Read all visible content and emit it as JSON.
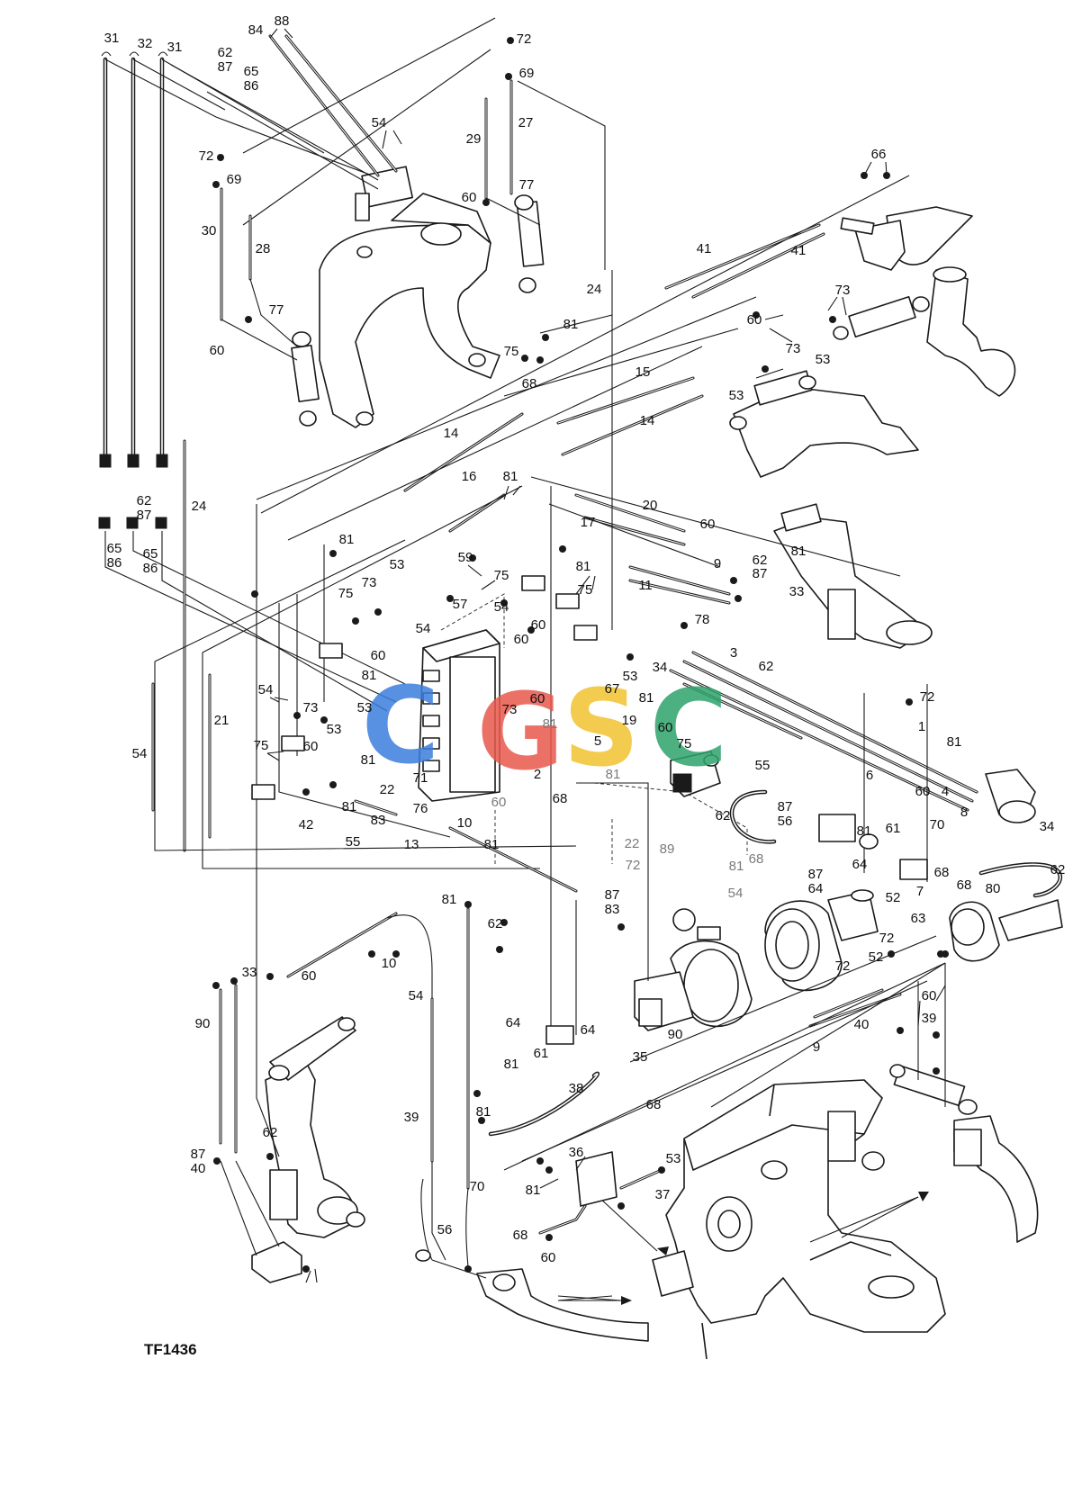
{
  "drawing_code": "TF1436",
  "watermark": {
    "letters": [
      {
        "char": "C",
        "color": "#3b7ddd"
      },
      {
        "char": "G",
        "color": "#e8584c"
      },
      {
        "char": "S",
        "color": "#f2c230"
      },
      {
        "char": "C",
        "color": "#2fa36b"
      }
    ]
  },
  "callouts": [
    {
      "id": "c1",
      "text": "31"
    },
    {
      "id": "c2",
      "text": "32"
    },
    {
      "id": "c3",
      "text": "31"
    },
    {
      "id": "c4",
      "text": "62"
    },
    {
      "id": "c5",
      "text": "87"
    },
    {
      "id": "c6",
      "text": "65"
    },
    {
      "id": "c7",
      "text": "86"
    },
    {
      "id": "c8",
      "text": "84"
    },
    {
      "id": "c9",
      "text": "88"
    },
    {
      "id": "c10",
      "text": "72"
    },
    {
      "id": "c11",
      "text": "69"
    },
    {
      "id": "c12",
      "text": "27"
    },
    {
      "id": "c13",
      "text": "29"
    },
    {
      "id": "c14",
      "text": "54"
    },
    {
      "id": "c15",
      "text": "72"
    },
    {
      "id": "c16",
      "text": "69"
    },
    {
      "id": "c17",
      "text": "77"
    },
    {
      "id": "c18",
      "text": "60"
    },
    {
      "id": "c19",
      "text": "30"
    },
    {
      "id": "c20",
      "text": "28"
    },
    {
      "id": "c21",
      "text": "77"
    },
    {
      "id": "c22",
      "text": "60"
    },
    {
      "id": "c23",
      "text": "66"
    },
    {
      "id": "c24",
      "text": "41"
    },
    {
      "id": "c25",
      "text": "41"
    },
    {
      "id": "c26",
      "text": "24"
    },
    {
      "id": "c27",
      "text": "60"
    },
    {
      "id": "c28",
      "text": "73"
    },
    {
      "id": "c29",
      "text": "53"
    },
    {
      "id": "c30",
      "text": "73"
    },
    {
      "id": "c31",
      "text": "53"
    },
    {
      "id": "c32",
      "text": "81"
    },
    {
      "id": "c33",
      "text": "75"
    },
    {
      "id": "c34",
      "text": "68"
    },
    {
      "id": "c35",
      "text": "15"
    },
    {
      "id": "c36",
      "text": "14"
    },
    {
      "id": "c37",
      "text": "14"
    },
    {
      "id": "c38",
      "text": "16"
    },
    {
      "id": "c39",
      "text": "24"
    },
    {
      "id": "c40",
      "text": "62"
    },
    {
      "id": "c41",
      "text": "87"
    },
    {
      "id": "c42",
      "text": "65"
    },
    {
      "id": "c43",
      "text": "86"
    },
    {
      "id": "c44",
      "text": "65"
    },
    {
      "id": "c45",
      "text": "86"
    },
    {
      "id": "c46",
      "text": "81"
    },
    {
      "id": "c47",
      "text": "20"
    },
    {
      "id": "c48",
      "text": "17"
    },
    {
      "id": "c49",
      "text": "60"
    },
    {
      "id": "c50",
      "text": "81"
    },
    {
      "id": "c51",
      "text": "59"
    },
    {
      "id": "c52",
      "text": "75"
    },
    {
      "id": "c53",
      "text": "81"
    },
    {
      "id": "c54",
      "text": "9"
    },
    {
      "id": "c55",
      "text": "62"
    },
    {
      "id": "c56",
      "text": "87"
    },
    {
      "id": "c57",
      "text": "81"
    },
    {
      "id": "c58",
      "text": "33"
    },
    {
      "id": "c59",
      "text": "11"
    },
    {
      "id": "c60",
      "text": "73"
    },
    {
      "id": "c61",
      "text": "53"
    },
    {
      "id": "c62",
      "text": "75"
    },
    {
      "id": "c63",
      "text": "57"
    },
    {
      "id": "c64",
      "text": "54"
    },
    {
      "id": "c65",
      "text": "54"
    },
    {
      "id": "c66",
      "text": "75"
    },
    {
      "id": "c67",
      "text": "60"
    },
    {
      "id": "c68",
      "text": "60"
    },
    {
      "id": "c69",
      "text": "60"
    },
    {
      "id": "c70",
      "text": "78"
    },
    {
      "id": "c71",
      "text": "34"
    },
    {
      "id": "c72",
      "text": "3"
    },
    {
      "id": "c73",
      "text": "62"
    },
    {
      "id": "c74",
      "text": "53"
    },
    {
      "id": "c75",
      "text": "81"
    },
    {
      "id": "c76",
      "text": "54"
    },
    {
      "id": "c77",
      "text": "73"
    },
    {
      "id": "c78",
      "text": "60"
    },
    {
      "id": "c79",
      "text": "67"
    },
    {
      "id": "c80",
      "text": "81"
    },
    {
      "id": "c81",
      "text": "19"
    },
    {
      "id": "c82",
      "text": "21"
    },
    {
      "id": "c83",
      "text": "54"
    },
    {
      "id": "c84",
      "text": "75"
    },
    {
      "id": "c85",
      "text": "60"
    },
    {
      "id": "c86",
      "text": "53"
    },
    {
      "id": "c87",
      "text": "73"
    },
    {
      "id": "c88",
      "text": "53"
    },
    {
      "id": "c89",
      "text": "81"
    },
    {
      "id": "c90",
      "text": "81"
    },
    {
      "id": "c91",
      "text": "5"
    },
    {
      "id": "c92",
      "text": "60"
    },
    {
      "id": "c93",
      "text": "75"
    },
    {
      "id": "c94",
      "text": "2"
    },
    {
      "id": "c95",
      "text": "1"
    },
    {
      "id": "c96",
      "text": "81"
    },
    {
      "id": "c97",
      "text": "72"
    },
    {
      "id": "c98",
      "text": "60"
    },
    {
      "id": "c99",
      "text": "4"
    },
    {
      "id": "c100",
      "text": "6"
    },
    {
      "id": "c101",
      "text": "55"
    },
    {
      "id": "c102",
      "text": "71"
    },
    {
      "id": "c103",
      "text": "22"
    },
    {
      "id": "c104",
      "text": "81"
    },
    {
      "id": "c105",
      "text": "68"
    },
    {
      "id": "c106",
      "text": "60"
    },
    {
      "id": "c107",
      "text": "42"
    },
    {
      "id": "c108",
      "text": "81"
    },
    {
      "id": "c109",
      "text": "83"
    },
    {
      "id": "c110",
      "text": "76"
    },
    {
      "id": "c111",
      "text": "10"
    },
    {
      "id": "c112",
      "text": "62"
    },
    {
      "id": "c113",
      "text": "87"
    },
    {
      "id": "c114",
      "text": "56"
    },
    {
      "id": "c115",
      "text": "81"
    },
    {
      "id": "c116",
      "text": "61"
    },
    {
      "id": "c117",
      "text": "70"
    },
    {
      "id": "c118",
      "text": "8"
    },
    {
      "id": "c119",
      "text": "34"
    },
    {
      "id": "c120",
      "text": "55"
    },
    {
      "id": "c121",
      "text": "13"
    },
    {
      "id": "c122",
      "text": "81"
    },
    {
      "id": "c123",
      "text": "22"
    },
    {
      "id": "c124",
      "text": "89"
    },
    {
      "id": "c125",
      "text": "72"
    },
    {
      "id": "c126",
      "text": "68"
    },
    {
      "id": "c127",
      "text": "81"
    },
    {
      "id": "c128",
      "text": "54"
    },
    {
      "id": "c129",
      "text": "64"
    },
    {
      "id": "c130",
      "text": "68"
    },
    {
      "id": "c131",
      "text": "62"
    },
    {
      "id": "c132",
      "text": "87"
    },
    {
      "id": "c133",
      "text": "64"
    },
    {
      "id": "c134",
      "text": "52"
    },
    {
      "id": "c135",
      "text": "7"
    },
    {
      "id": "c136",
      "text": "68"
    },
    {
      "id": "c137",
      "text": "80"
    },
    {
      "id": "c138",
      "text": "63"
    },
    {
      "id": "c139",
      "text": "72"
    },
    {
      "id": "c140",
      "text": "81"
    },
    {
      "id": "c141",
      "text": "62"
    },
    {
      "id": "c142",
      "text": "87"
    },
    {
      "id": "c143",
      "text": "83"
    },
    {
      "id": "c144",
      "text": "52"
    },
    {
      "id": "c145",
      "text": "72"
    },
    {
      "id": "c146",
      "text": "60"
    },
    {
      "id": "c147",
      "text": "39"
    },
    {
      "id": "c148",
      "text": "40"
    },
    {
      "id": "c149",
      "text": "9"
    },
    {
      "id": "c150",
      "text": "33"
    },
    {
      "id": "c151",
      "text": "60"
    },
    {
      "id": "c152",
      "text": "10"
    },
    {
      "id": "c153",
      "text": "90"
    },
    {
      "id": "c154",
      "text": "54"
    },
    {
      "id": "c155",
      "text": "64"
    },
    {
      "id": "c156",
      "text": "64"
    },
    {
      "id": "c157",
      "text": "61"
    },
    {
      "id": "c158",
      "text": "81"
    },
    {
      "id": "c159",
      "text": "90"
    },
    {
      "id": "c160",
      "text": "35"
    },
    {
      "id": "c161",
      "text": "38"
    },
    {
      "id": "c162",
      "text": "68"
    },
    {
      "id": "c163",
      "text": "81"
    },
    {
      "id": "c164",
      "text": "62"
    },
    {
      "id": "c165",
      "text": "87"
    },
    {
      "id": "c166",
      "text": "40"
    },
    {
      "id": "c167",
      "text": "39"
    },
    {
      "id": "c168",
      "text": "70"
    },
    {
      "id": "c169",
      "text": "36"
    },
    {
      "id": "c170",
      "text": "53"
    },
    {
      "id": "c171",
      "text": "81"
    },
    {
      "id": "c172",
      "text": "37"
    },
    {
      "id": "c173",
      "text": "68"
    },
    {
      "id": "c174",
      "text": "60"
    },
    {
      "id": "c175",
      "text": "56"
    }
  ]
}
